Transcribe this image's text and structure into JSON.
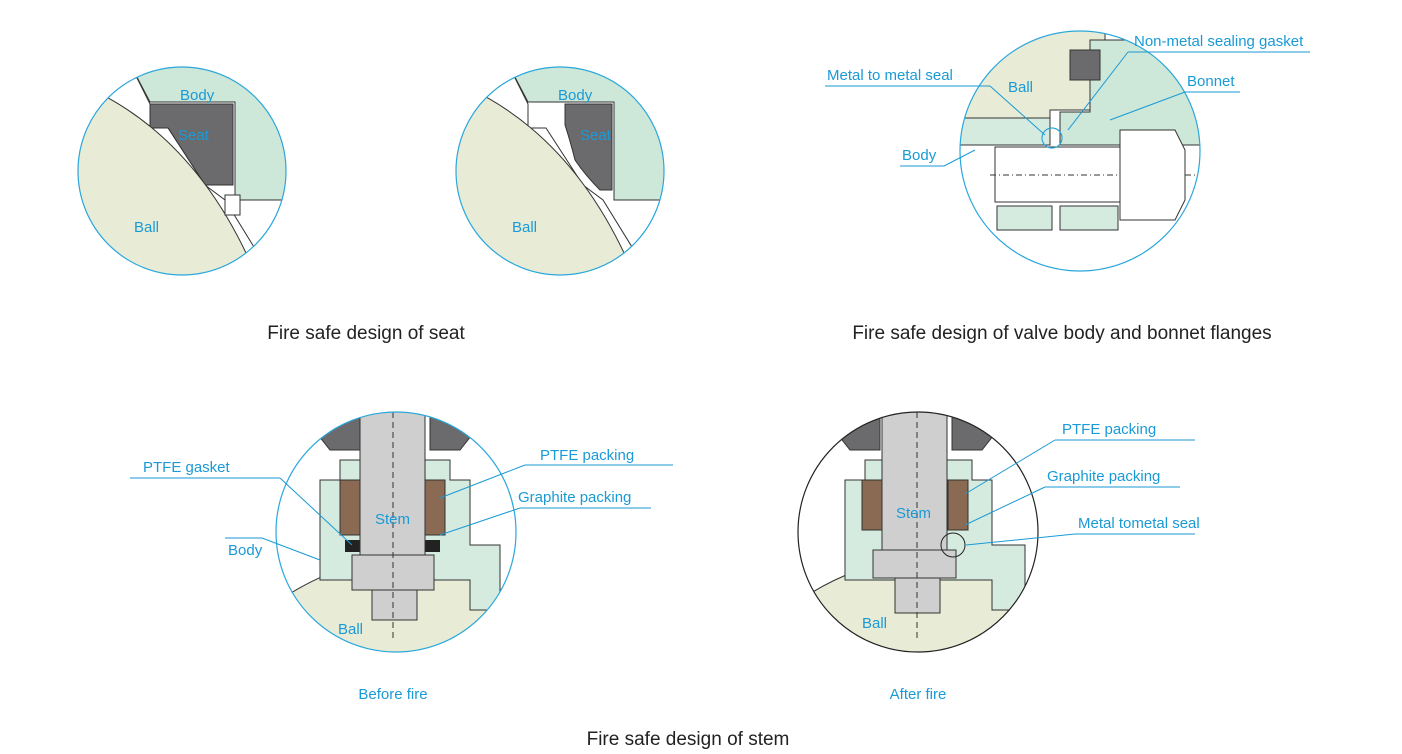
{
  "colors": {
    "body_fill": "#cde7d8",
    "ball_fill": "#e8ecd6",
    "seat_fill": "#6b6b6e",
    "stem_fill": "#cfcfcf",
    "packing_fill": "#8a6a52",
    "leader": "#1a9ad6",
    "outline_blue": "#2aa7dc",
    "outline_dark": "#222222"
  },
  "seat_before": {
    "body": "Body",
    "seat": "Seat",
    "ball": "Ball"
  },
  "seat_after": {
    "body": "Body",
    "seat": "Seat",
    "ball": "Ball"
  },
  "flange": {
    "non_metal_gasket": "Non-metal sealing gasket",
    "metal_seal": "Metal to metal seal",
    "ball": "Ball",
    "bonnet": "Bonnet",
    "body": "Body"
  },
  "stem_before": {
    "ptfe_gasket": "PTFE gasket",
    "ptfe_packing": "PTFE packing",
    "graphite_packing": "Graphite packing",
    "stem": "Stem",
    "body": "Body",
    "ball": "Ball"
  },
  "stem_after": {
    "ptfe_packing": "PTFE packing",
    "graphite_packing": "Graphite packing",
    "metal_seal": "Metal tometal seal",
    "stem": "Stem",
    "ball": "Ball"
  },
  "captions": {
    "seat": "Fire safe design of seat",
    "flanges": "Fire safe design of valve body and bonnet flanges",
    "before_fire": "Before fire",
    "after_fire": "After fire",
    "stem": "Fire safe design of stem"
  }
}
